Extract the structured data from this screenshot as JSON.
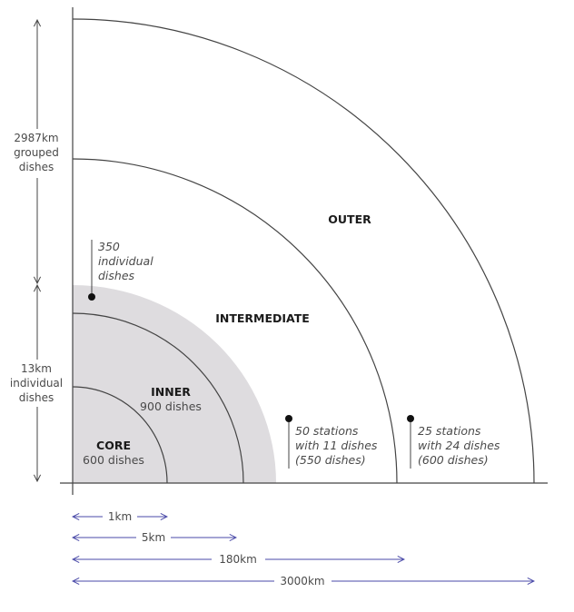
{
  "colors": {
    "line": "#444444",
    "fill_core_region": "#dedcdf",
    "scale_arrow": "#4a4aa8",
    "text": "#4a4a4a"
  },
  "regions": {
    "core": {
      "name": "CORE",
      "dishes": "600 dishes"
    },
    "inner": {
      "name": "INNER",
      "dishes": "900 dishes"
    },
    "intermediate": {
      "name": "INTERMEDIATE"
    },
    "outer": {
      "name": "OUTER"
    }
  },
  "annotations": {
    "individual_350": [
      "350",
      "individual",
      "dishes"
    ],
    "stations_50": [
      "50 stations",
      "with 11 dishes",
      "(550 dishes)"
    ],
    "stations_25": [
      "25 stations",
      "with 24 dishes",
      "(600 dishes)"
    ]
  },
  "vertical_scale": {
    "grouped": [
      "2987km",
      "grouped",
      "dishes"
    ],
    "individual": [
      "13km",
      "individual",
      "dishes"
    ]
  },
  "horizontal_scale": [
    "1km",
    "5km",
    "180km",
    "3000km"
  ]
}
